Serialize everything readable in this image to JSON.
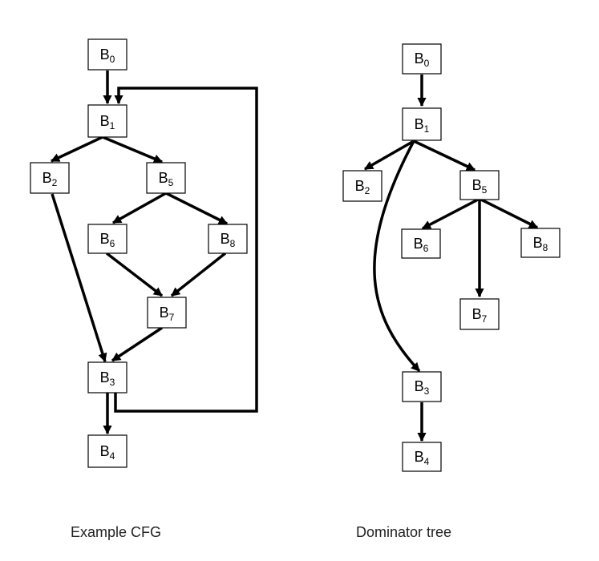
{
  "cfg": {
    "caption": "Example CFG",
    "nodes": {
      "b0": {
        "base": "B",
        "sub": "0"
      },
      "b1": {
        "base": "B",
        "sub": "1"
      },
      "b2": {
        "base": "B",
        "sub": "2"
      },
      "b5": {
        "base": "B",
        "sub": "5"
      },
      "b6": {
        "base": "B",
        "sub": "6"
      },
      "b8": {
        "base": "B",
        "sub": "8"
      },
      "b7": {
        "base": "B",
        "sub": "7"
      },
      "b3": {
        "base": "B",
        "sub": "3"
      },
      "b4": {
        "base": "B",
        "sub": "4"
      }
    },
    "edges": [
      {
        "from": "B0",
        "to": "B1"
      },
      {
        "from": "B1",
        "to": "B2"
      },
      {
        "from": "B1",
        "to": "B5"
      },
      {
        "from": "B5",
        "to": "B6"
      },
      {
        "from": "B5",
        "to": "B8"
      },
      {
        "from": "B6",
        "to": "B7"
      },
      {
        "from": "B8",
        "to": "B7"
      },
      {
        "from": "B2",
        "to": "B3"
      },
      {
        "from": "B7",
        "to": "B3"
      },
      {
        "from": "B3",
        "to": "B4"
      },
      {
        "from": "B3",
        "to": "B1"
      }
    ]
  },
  "dom": {
    "caption": "Dominator tree",
    "nodes": {
      "b0": {
        "base": "B",
        "sub": "0"
      },
      "b1": {
        "base": "B",
        "sub": "1"
      },
      "b2": {
        "base": "B",
        "sub": "2"
      },
      "b5": {
        "base": "B",
        "sub": "5"
      },
      "b6": {
        "base": "B",
        "sub": "6"
      },
      "b8": {
        "base": "B",
        "sub": "8"
      },
      "b7": {
        "base": "B",
        "sub": "7"
      },
      "b3": {
        "base": "B",
        "sub": "3"
      },
      "b4": {
        "base": "B",
        "sub": "4"
      }
    },
    "edges": [
      {
        "from": "B0",
        "to": "B1"
      },
      {
        "from": "B1",
        "to": "B2"
      },
      {
        "from": "B1",
        "to": "B5"
      },
      {
        "from": "B1",
        "to": "B3"
      },
      {
        "from": "B5",
        "to": "B6"
      },
      {
        "from": "B5",
        "to": "B8"
      },
      {
        "from": "B5",
        "to": "B7"
      },
      {
        "from": "B3",
        "to": "B4"
      }
    ]
  }
}
